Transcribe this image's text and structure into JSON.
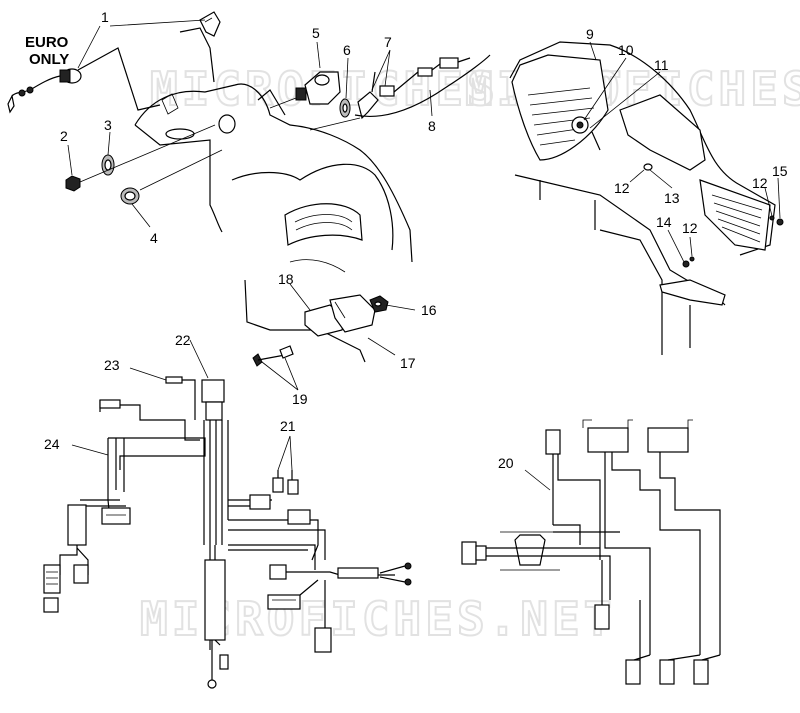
{
  "watermark": "MICROFICHES.NET",
  "euro_note": {
    "line1": "EURO",
    "line2": "ONLY"
  },
  "callouts": [
    {
      "id": "c1",
      "text": "1"
    },
    {
      "id": "c2",
      "text": "2"
    },
    {
      "id": "c3",
      "text": "3"
    },
    {
      "id": "c4",
      "text": "4"
    },
    {
      "id": "c5",
      "text": "5"
    },
    {
      "id": "c6",
      "text": "6"
    },
    {
      "id": "c7",
      "text": "7"
    },
    {
      "id": "c8",
      "text": "8"
    },
    {
      "id": "c9",
      "text": "9"
    },
    {
      "id": "c10",
      "text": "10"
    },
    {
      "id": "c11",
      "text": "11"
    },
    {
      "id": "c12a",
      "text": "12"
    },
    {
      "id": "c12b",
      "text": "12"
    },
    {
      "id": "c12c",
      "text": "12"
    },
    {
      "id": "c13",
      "text": "13"
    },
    {
      "id": "c14",
      "text": "14"
    },
    {
      "id": "c15",
      "text": "15"
    },
    {
      "id": "c16",
      "text": "16"
    },
    {
      "id": "c17",
      "text": "17"
    },
    {
      "id": "c18",
      "text": "18"
    },
    {
      "id": "c19",
      "text": "19"
    },
    {
      "id": "c20",
      "text": "20"
    },
    {
      "id": "c21",
      "text": "21"
    },
    {
      "id": "c22",
      "text": "22"
    },
    {
      "id": "c23",
      "text": "23"
    },
    {
      "id": "c24",
      "text": "24"
    }
  ]
}
